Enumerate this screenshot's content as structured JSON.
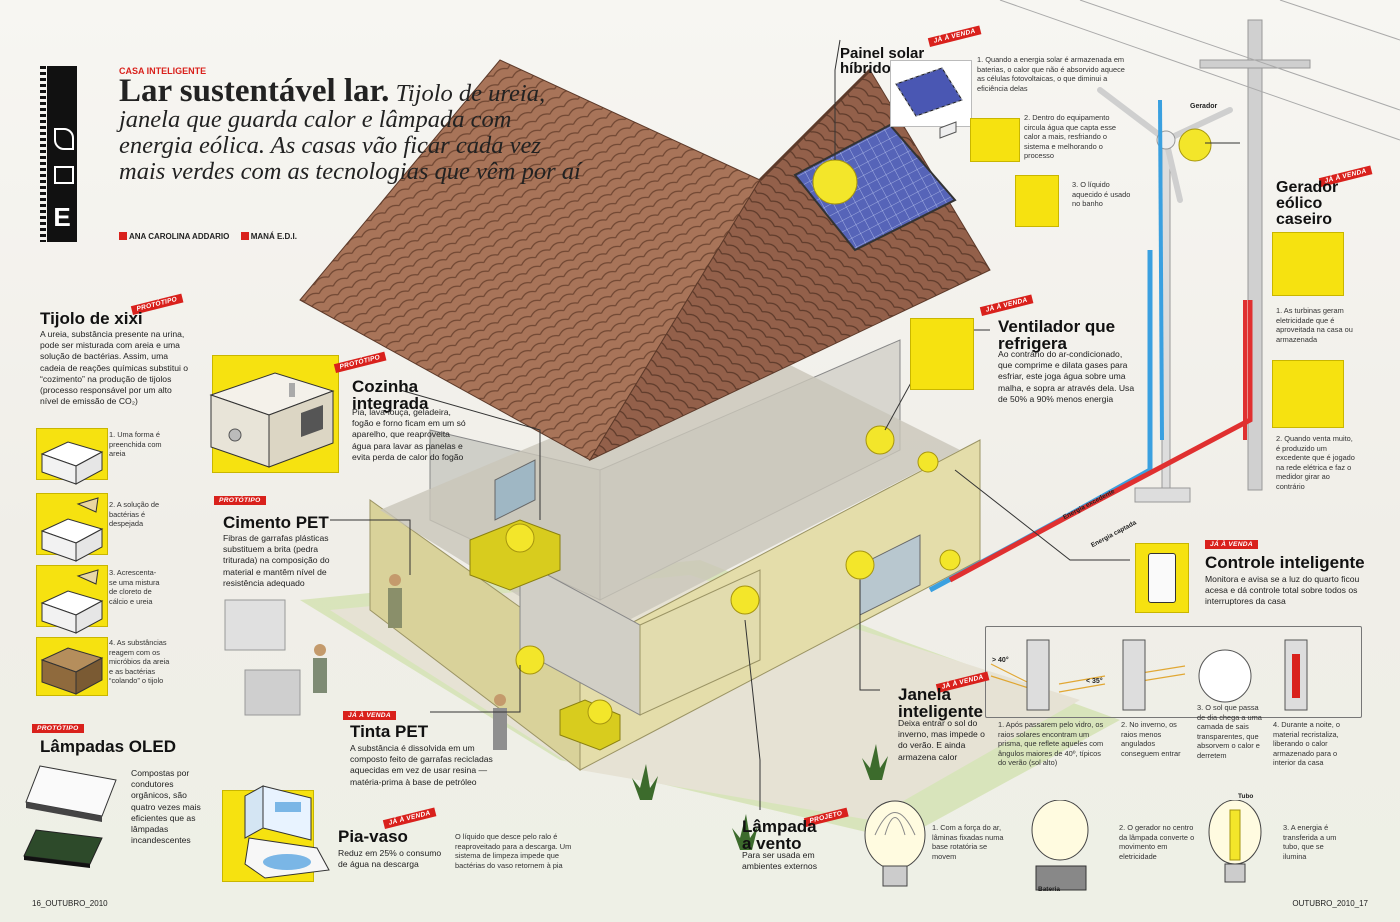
{
  "header": {
    "section_letter": "E",
    "kicker": "CASA INTELIGENTE",
    "headline_bold": "Lar sustentável lar.",
    "headline_rest": "Tijolo de ureia, janela que guarda calor e lâmpada com energia eólica. As casas vão ficar cada vez mais verdes com as tecnologias que vêm por aí",
    "credit_text": "ANA CAROLINA ADDARIO",
    "credit_art": "MANÁ E.D.I."
  },
  "colors": {
    "accent_red": "#d9211c",
    "highlight_yellow": "#f6e210",
    "hot_water": "#e03030",
    "cold_water": "#3aa0e0",
    "energy_green": "#2aa84a"
  },
  "sections": {
    "tijolo": {
      "badge": "PROTÓTIPO",
      "title": "Tijolo de xixi",
      "text": "A ureia, substância presente na urina, pode ser misturada com areia e uma solução de bactérias. Assim, uma cadeia de reações químicas substitui o “cozimento” na produção de tijolos (processo responsável por um alto nível de emissão de CO₂)",
      "steps": [
        "1. Uma forma é preenchida com areia",
        "2. A solução de bactérias é despejada",
        "3. Acrescenta-se uma mistura de cloreto de cálcio e ureia",
        "4. As substâncias reagem com os micróbios da areia e as bactérias “colando” o tijolo"
      ]
    },
    "oled": {
      "badge": "PROTÓTIPO",
      "title": "Lâmpadas OLED",
      "text": "Compostas por condutores orgânicos, são quatro vezes mais eficientes que as lâmpadas incandescentes"
    },
    "cozinha": {
      "badge": "PROTÓTIPO",
      "title": "Cozinha\nintegrada",
      "text": "Pia, lava-louça, geladeira, fogão e forno ficam em um só aparelho, que reaproveita água para lavar as panelas e evita perda de calor do fogão"
    },
    "cimento": {
      "badge": "PROTÓTIPO",
      "title": "Cimento PET",
      "text": "Fibras de garrafas plásticas substituem a brita (pedra triturada) na composição do material e mantêm nível de resistência adequado"
    },
    "tinta": {
      "badge": "JÁ À VENDA",
      "title": "Tinta PET",
      "text": "A substância é dissolvida em um composto feito de garrafas recicladas aquecidas em vez de usar resina — matéria-prima à base de petróleo"
    },
    "piavaso": {
      "badge": "JÁ À VENDA",
      "title": "Pia-vaso",
      "text": "Reduz em 25% o consumo de água na descarga",
      "note": "O líquido que desce pelo ralo é reaproveitado para a descarga. Um sistema de limpeza impede que bactérias do vaso retornem à pia"
    },
    "painel": {
      "badge": "JÁ À VENDA",
      "title": "Painel solar\nhíbrido",
      "steps": [
        "1. Quando a energia solar é armazenada em baterias, o calor que não é absorvido aquece as células fotovoltaicas, o que diminui a eficiência delas",
        "2. Dentro do equipamento circula água que capta esse calor a mais, resfriando o sistema e melhorando o processo",
        "3. O líquido aquecido é usado no banho"
      ]
    },
    "ventilador": {
      "badge": "JÁ À VENDA",
      "title": "Ventilador que\nrefrigera",
      "text": "Ao contrário do ar-condicionado, que comprime e dilata gases para esfriar, este joga água sobre uma malha, e sopra ar através dela. Usa de 50% a 90% menos energia"
    },
    "gerador": {
      "badge": "JÁ À VENDA",
      "title": "Gerador\neólico\ncaseiro",
      "label": "Gerador",
      "steps": [
        "1. As turbinas geram eletricidade que é aproveitada na casa ou armazenada",
        "2. Quando venta muito, é produzido um excedente que é jogado na rede elétrica e faz o medidor girar ao contrário"
      ],
      "energy_out": "Energia excedente",
      "energy_in": "Energia captada"
    },
    "controle": {
      "badge": "JÁ À VENDA",
      "title": "Controle inteligente",
      "text": "Monitora e avisa se a luz do quarto ficou acesa e dá controle total sobre todos os interruptores da casa"
    },
    "janela": {
      "badge": "JÁ À VENDA",
      "title": "Janela\ninteligente",
      "text": "Deixa entrar o sol do inverno, mas impede o do verão. E ainda armazena calor",
      "angle_summer": "> 40°",
      "angle_winter": "< 35°",
      "steps": [
        "1. Após passarem pelo vidro, os raios solares encontram um prisma, que reflete aqueles com ângulos maiores de 40º, típicos do verão (sol alto)",
        "2. No inverno, os raios menos angulados conseguem entrar",
        "3. O sol que passa de dia chega a uma camada de sais transparentes, que absorvem o calor e derretem",
        "4. Durante a noite, o material recristaliza, liberando o calor armazenado para o interior da casa"
      ]
    },
    "lampada": {
      "badge": "PROJETO",
      "title": "Lâmpada\na vento",
      "text": "Para ser usada em ambientes externos",
      "battery_label": "Bateria",
      "tube_label": "Tubo",
      "steps": [
        "1. Com a força do ar, lâminas fixadas numa base rotatória se movem",
        "2. O gerador no centro da lâmpada converte o movimento em eletricidade",
        "3. A energia é transferida a um tubo, que se ilumina"
      ]
    }
  },
  "footer": {
    "left": "16_OUTUBRO_2010",
    "right": "OUTUBRO_2010_17"
  }
}
